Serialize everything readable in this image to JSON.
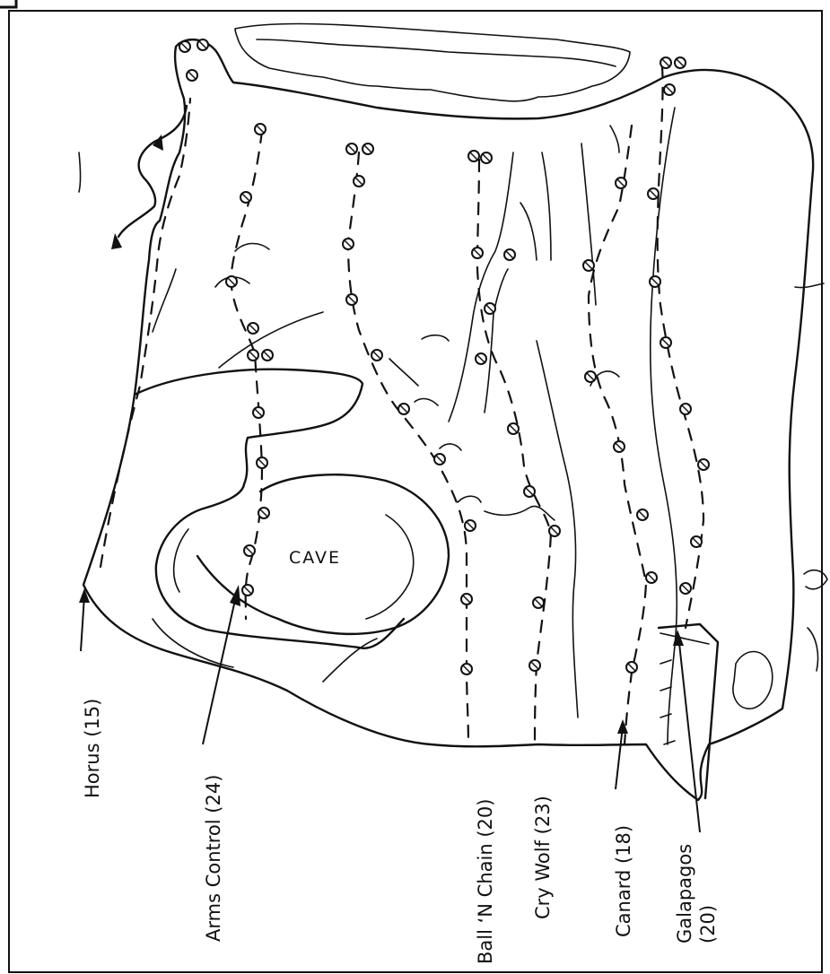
{
  "topo": {
    "cave_label": "CAVE",
    "routes": [
      {
        "id": "horus",
        "label": "Horus (15)"
      },
      {
        "id": "arms-control",
        "label": "Arms Control (24)"
      },
      {
        "id": "ball-n-chain",
        "label": "Ball ‘N Chain (20)"
      },
      {
        "id": "cry-wolf",
        "label": "Cry Wolf (23)"
      },
      {
        "id": "canard",
        "label": "Canard (18)"
      },
      {
        "id": "galapagos",
        "label_line1": "Galapagos",
        "label_line2": "(20)"
      }
    ]
  }
}
